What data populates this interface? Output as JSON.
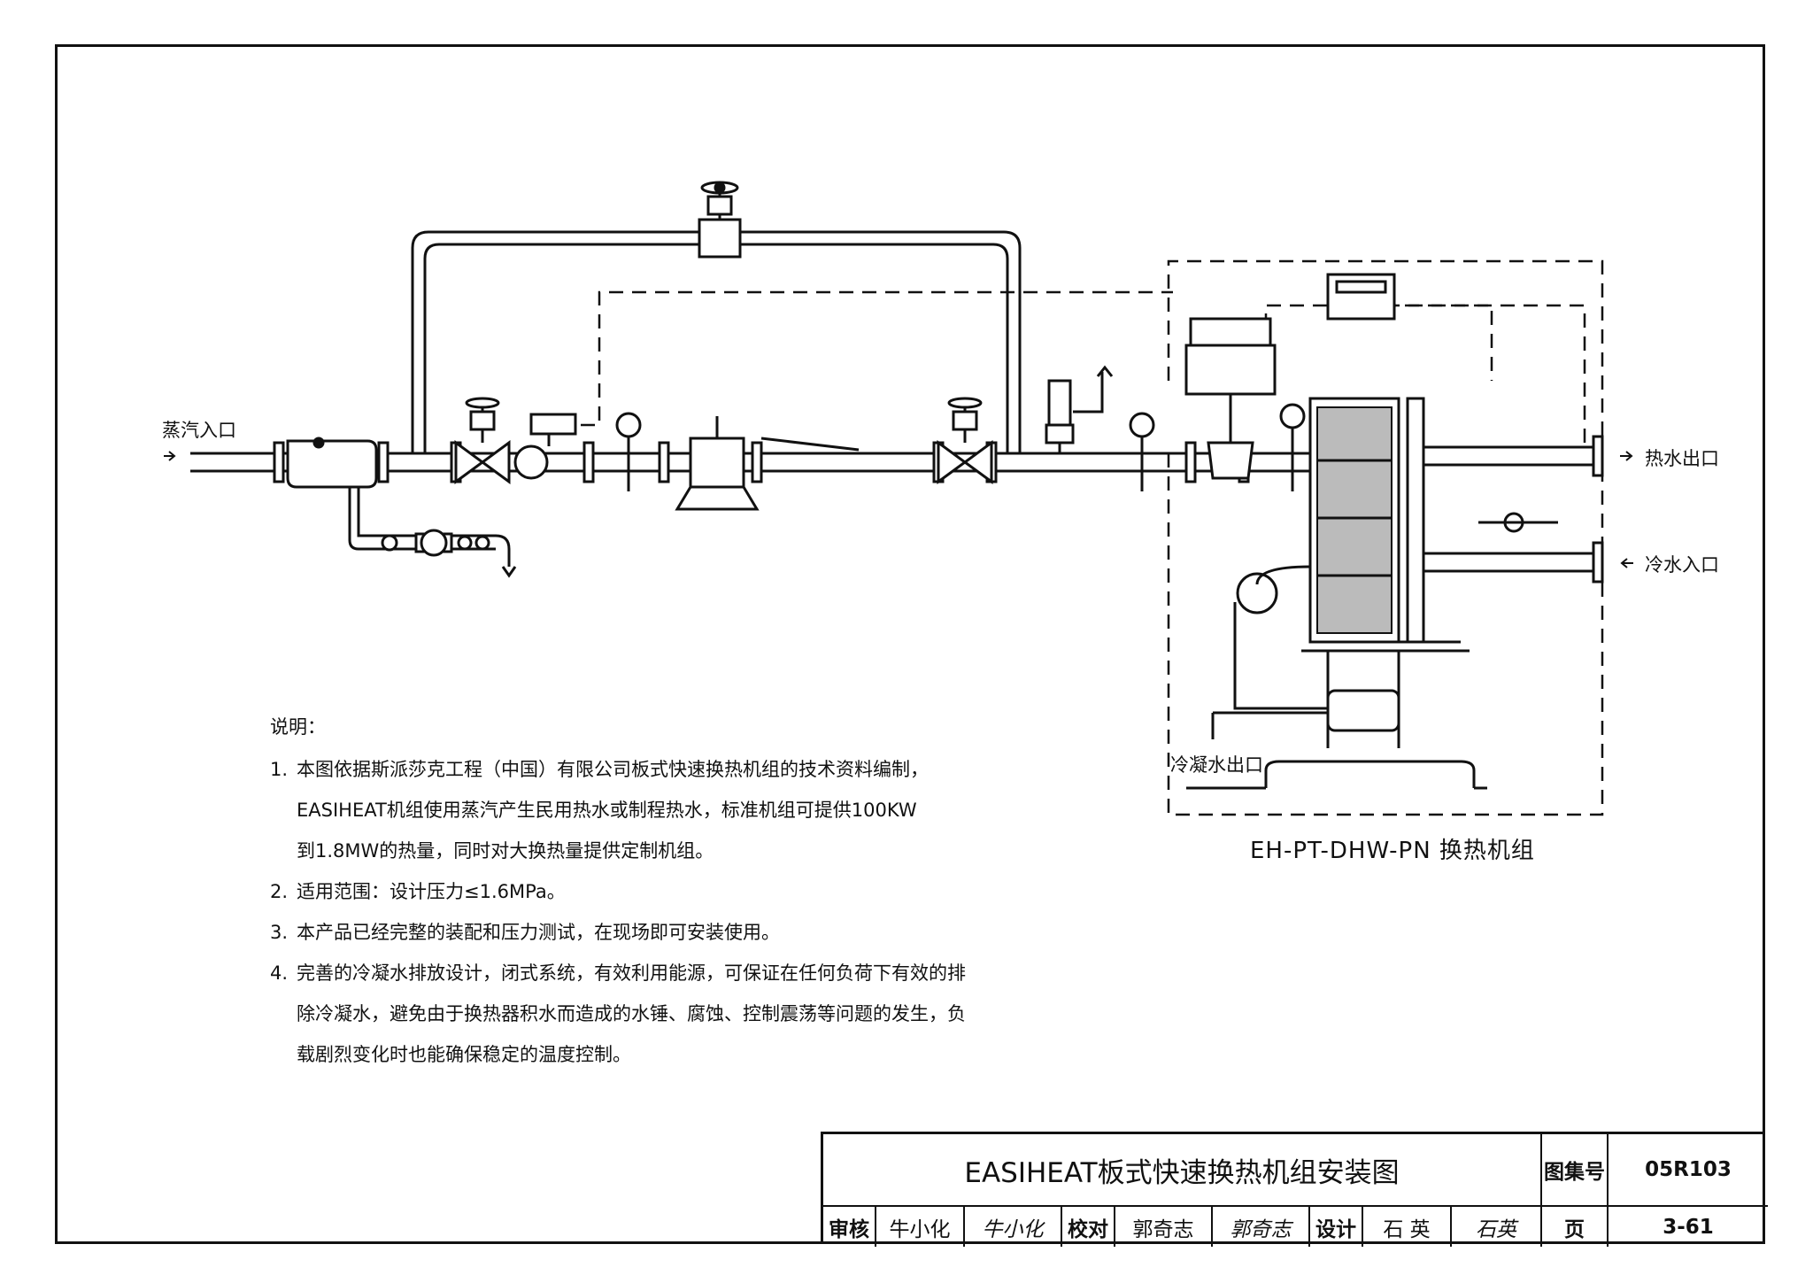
{
  "labels": {
    "steam_inlet": "蒸汽入口",
    "hot_water_outlet": "热水出口",
    "cold_water_inlet": "冷水入口",
    "condensate_outlet": "冷凝水出口",
    "unit_caption": "EH-PT-DHW-PN 换热机组"
  },
  "notes": {
    "heading": "说明：",
    "items": [
      {
        "num": "1.",
        "lines": [
          "本图依据斯派莎克工程（中国）有限公司板式快速换热机组的技术资料编制，",
          "EASIHEAT机组使用蒸汽产生民用热水或制程热水，标准机组可提供100KW",
          "到1.8MW的热量，同时对大换热量提供定制机组。"
        ]
      },
      {
        "num": "2.",
        "lines": [
          "适用范围：设计压力≤1.6MPa。"
        ]
      },
      {
        "num": "3.",
        "lines": [
          "本产品已经完整的装配和压力测试，在现场即可安装使用。"
        ]
      },
      {
        "num": "4.",
        "lines": [
          "完善的冷凝水排放设计，闭式系统，有效利用能源，可保证在任何负荷下有效的排",
          "除冷凝水，避免由于换热器积水而造成的水锤、腐蚀、控制震荡等问题的发生，负",
          "载剧烈变化时也能确保稳定的温度控制。"
        ]
      }
    ]
  },
  "title_block": {
    "title": "EASIHEAT板式快速换热机组安装图",
    "atlas_label": "图集号",
    "atlas_no": "05R103",
    "page_label": "页",
    "page_no": "3-61",
    "review_label": "审核",
    "reviewer": "牛小化",
    "reviewer_sig": "牛小化",
    "check_label": "校对",
    "checker": "郭奇志",
    "checker_sig": "郭奇志",
    "design_label": "设计",
    "designer": "石 英",
    "designer_sig": "石英"
  }
}
